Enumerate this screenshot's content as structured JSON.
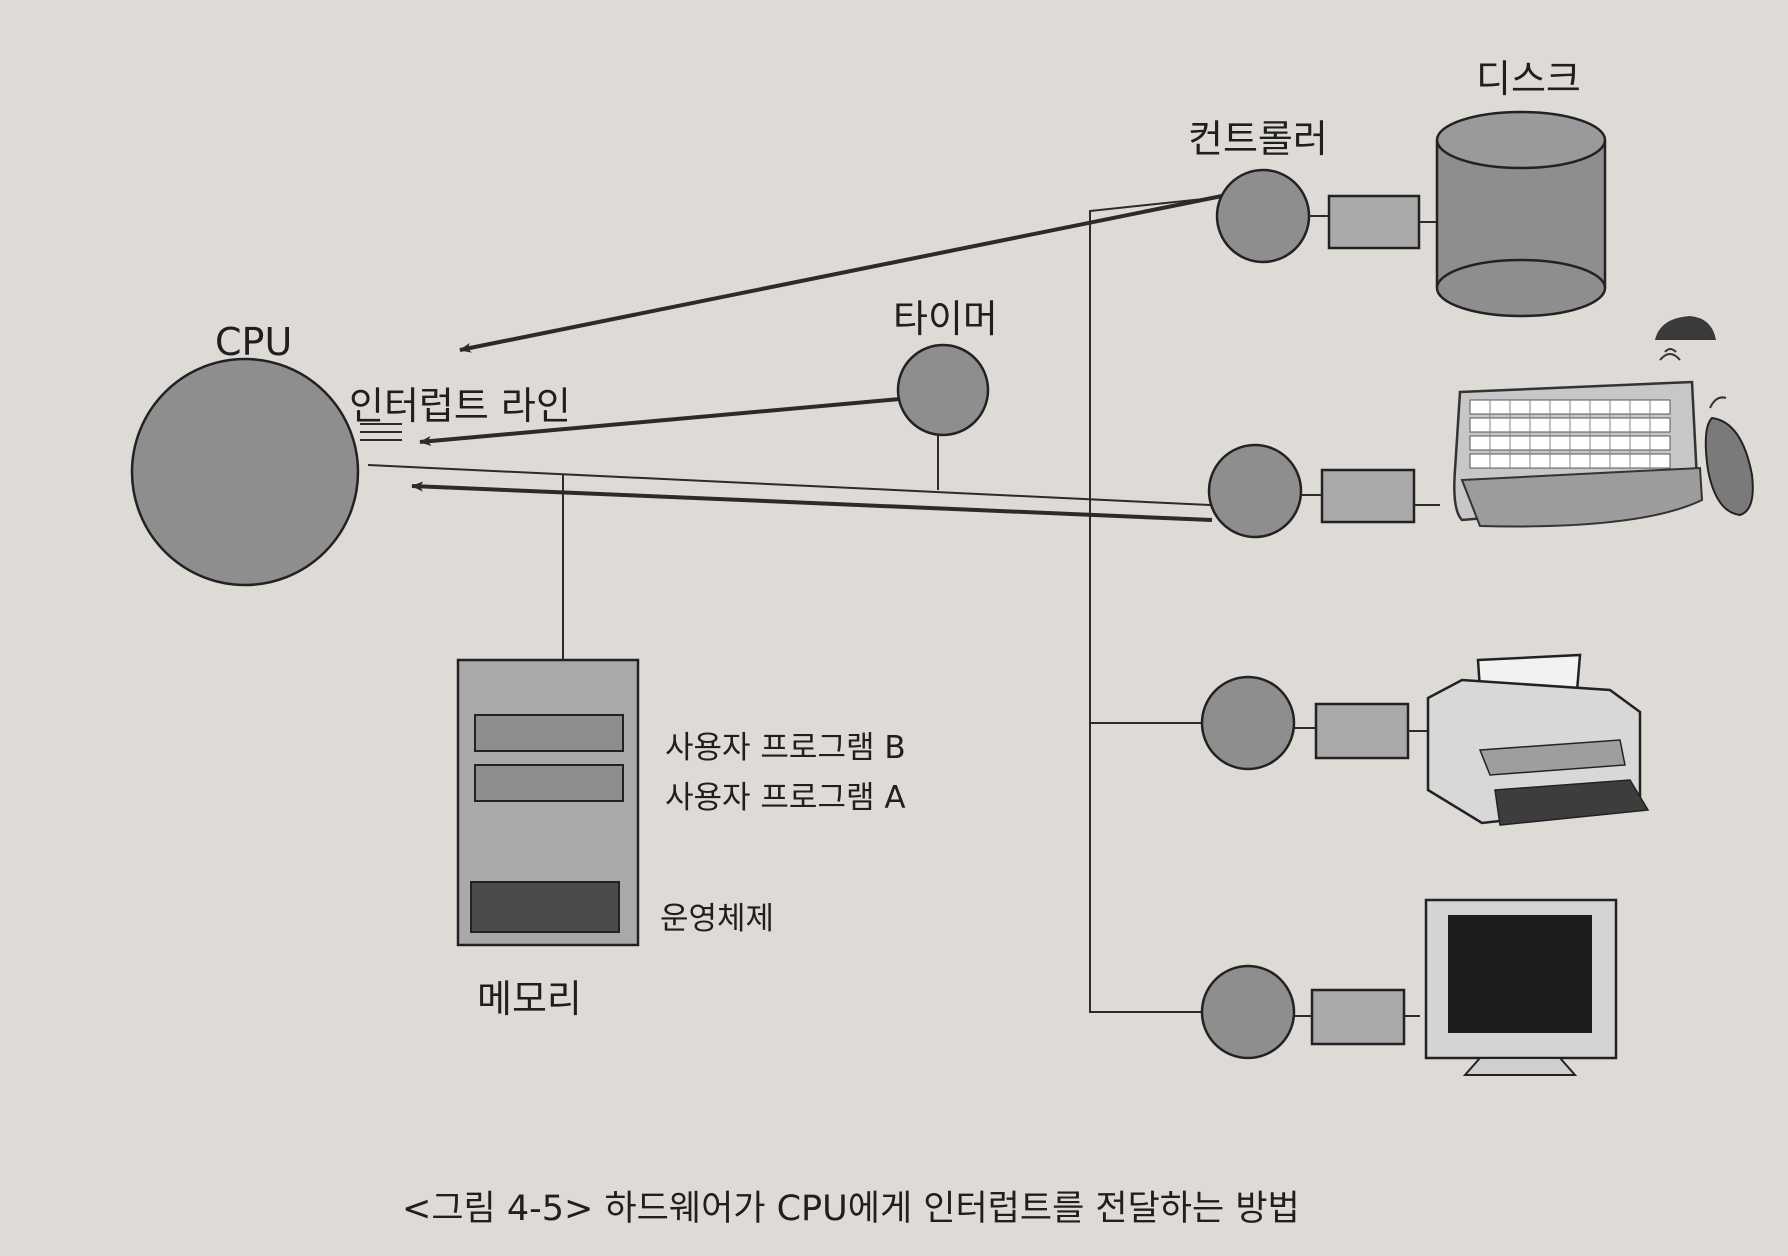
{
  "diagram": {
    "labels": {
      "cpu": "CPU",
      "interrupt_line": "인터럽트 라인",
      "timer": "타이머",
      "controller": "컨트롤러",
      "disk": "디스크",
      "memory": "메모리",
      "user_program_b": "사용자 프로그램 B",
      "user_program_a": "사용자 프로그램 A",
      "os": "운영체제"
    },
    "caption": "<그림 4-5> 하드웨어가 CPU에게 인터럽트를 전달하는 방법"
  },
  "colors": {
    "background": "#dedad6",
    "node_fill": "#8e8e8e",
    "node_stroke": "#222222",
    "line": "#2b2b2b",
    "memory_box": "#a9a9a9",
    "os_block": "#4a4a4a"
  }
}
